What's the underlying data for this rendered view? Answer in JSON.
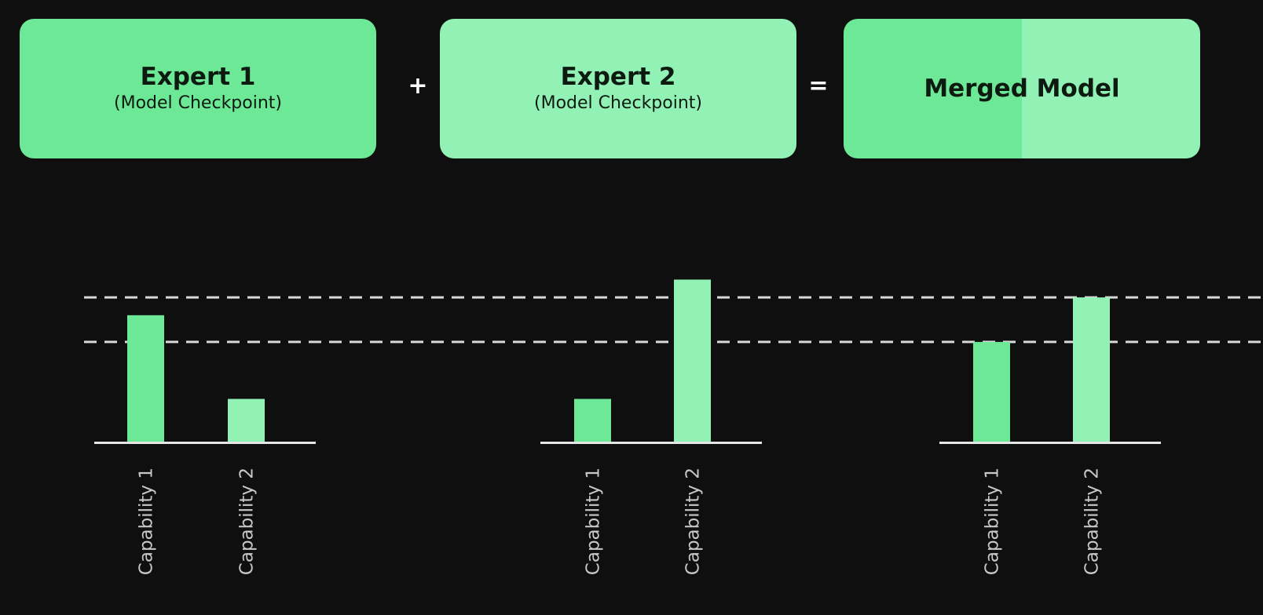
{
  "colors": {
    "background": "#0f0f0f",
    "expert1": "#6de896",
    "expert2": "#92f2b6",
    "dashed_line": "#d8d8d8",
    "baseline": "#e6e6e6",
    "label_text": "#c8c8c8"
  },
  "boxes": {
    "expert1": {
      "title": "Expert 1",
      "subtitle": "(Model Checkpoint)"
    },
    "expert2": {
      "title": "Expert 2",
      "subtitle": "(Model Checkpoint)"
    },
    "merged": {
      "title": "Merged Model"
    }
  },
  "operators": {
    "plus": "+",
    "equals": "="
  },
  "chart_data": [
    {
      "type": "bar",
      "categories": [
        "Capability 1",
        "Capability 2"
      ],
      "values": [
        71,
        24
      ],
      "ylim": [
        0,
        100
      ]
    },
    {
      "type": "bar",
      "categories": [
        "Capability 1",
        "Capability 2"
      ],
      "values": [
        24,
        91
      ],
      "ylim": [
        0,
        100
      ]
    },
    {
      "type": "bar",
      "categories": [
        "Capability 1",
        "Capability 2"
      ],
      "values": [
        56,
        81
      ],
      "ylim": [
        0,
        100
      ]
    }
  ],
  "reference_lines": [
    81,
    56
  ]
}
